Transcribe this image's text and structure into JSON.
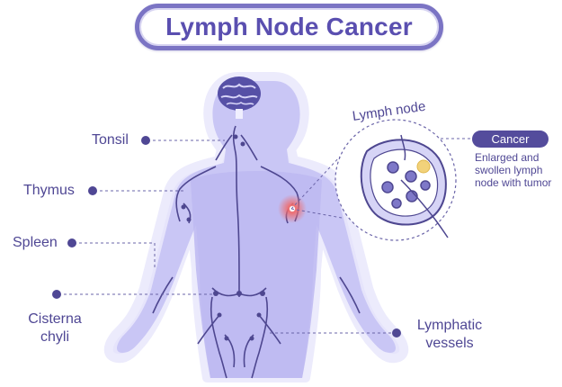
{
  "title": "Lymph Node Cancer",
  "labels": {
    "tonsil": "Tonsil",
    "thymus": "Thymus",
    "spleen": "Spleen",
    "cisterna_line1": "Cisterna",
    "cisterna_line2": "chyli",
    "lymphatic_line1": "Lymphatic",
    "lymphatic_line2": "vessels",
    "lymph_node": "Lymph node",
    "cancer": "Cancer",
    "cancer_desc_line1": "Enlarged and",
    "cancer_desc_line2": "swollen lymph",
    "cancer_desc_line3": "node with tumor"
  },
  "colors": {
    "body_fill": "#c8c5f4",
    "body_outline": "#e4e2fa",
    "accent": "#544c9c",
    "vessel": "#4e4790",
    "tumor": "#f2d27a",
    "hotspot": "#f06a6a"
  }
}
